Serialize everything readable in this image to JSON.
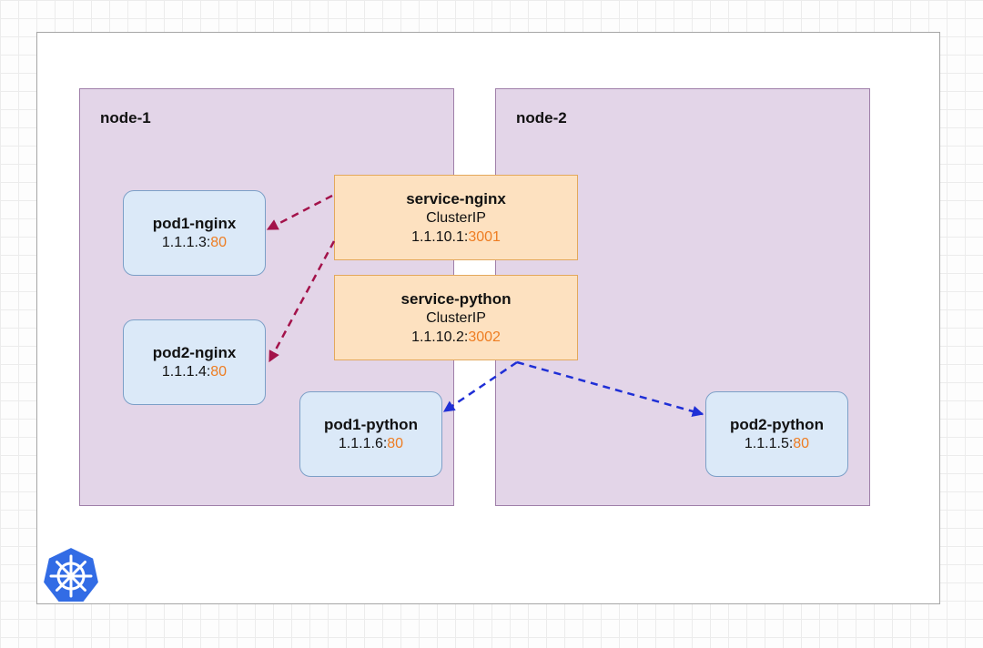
{
  "nodes": [
    {
      "label": "node-1"
    },
    {
      "label": "node-2"
    }
  ],
  "services": {
    "nginx": {
      "name": "service-nginx",
      "type": "ClusterIP",
      "ip": "1.1.10.1:",
      "port": "3001"
    },
    "python": {
      "name": "service-python",
      "type": "ClusterIP",
      "ip": "1.1.10.2:",
      "port": "3002"
    }
  },
  "pods": {
    "pod1_nginx": {
      "name": "pod1-nginx",
      "ip": "1.1.1.3:",
      "port": "80"
    },
    "pod2_nginx": {
      "name": "pod2-nginx",
      "ip": "1.1.1.4:",
      "port": "80"
    },
    "pod1_python": {
      "name": "pod1-python",
      "ip": "1.1.1.6:",
      "port": "80"
    },
    "pod2_python": {
      "name": "pod2-python",
      "ip": "1.1.1.5:",
      "port": "80"
    }
  },
  "colors": {
    "nginx_arrow": "#a3124a",
    "python_arrow": "#1f2fd6",
    "port_text": "#ee7d22",
    "kubernetes_logo": "#326ce5"
  },
  "logo": {
    "icon": "kubernetes-helm-icon"
  }
}
